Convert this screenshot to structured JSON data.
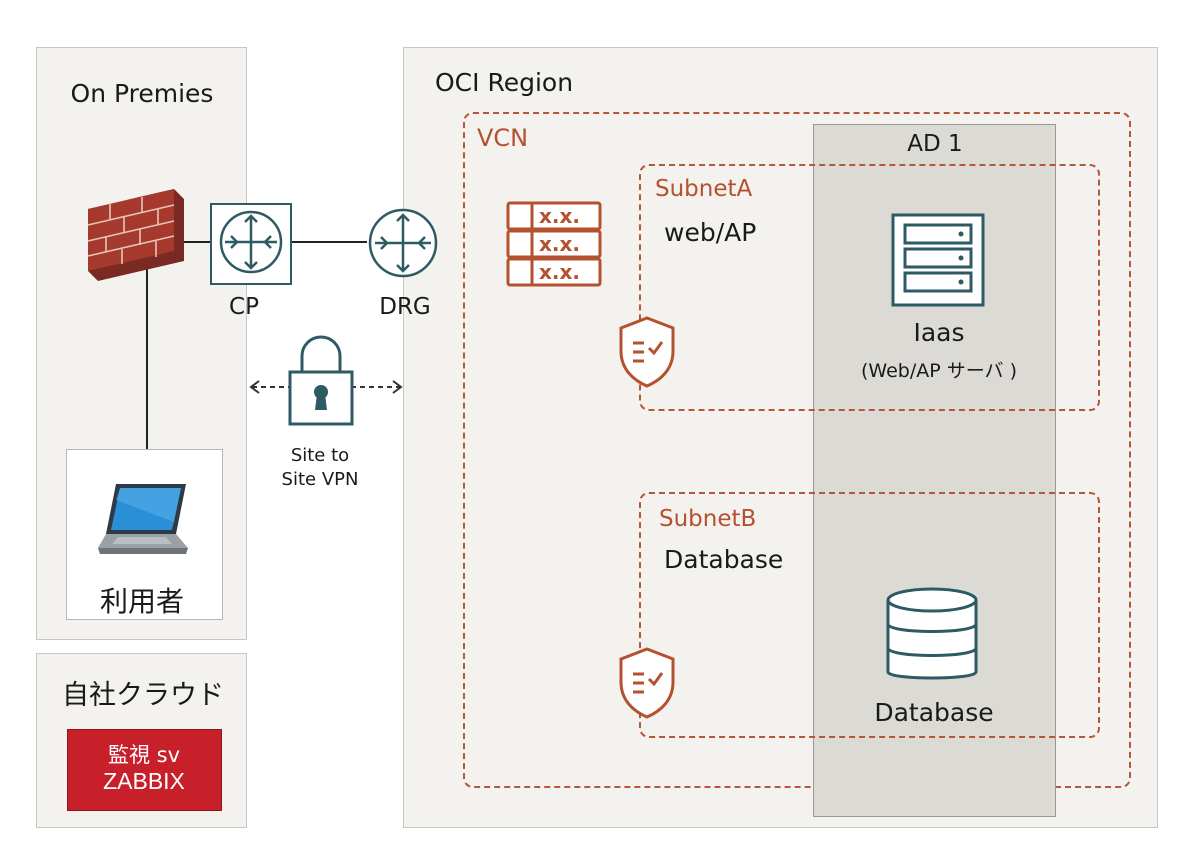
{
  "onprem": {
    "title": "On Premies",
    "cp_label": "CP",
    "user_label": "利用者"
  },
  "vpn": {
    "line1": "Site to",
    "line2": "Site VPN"
  },
  "drg_label": "DRG",
  "own_cloud": {
    "title": "自社クラウド",
    "zabbix_line1": "監視 sv",
    "zabbix_line2": "ZABBIX"
  },
  "oci": {
    "title": "OCI Region",
    "vcn_label": "VCN",
    "ad_label": "AD 1",
    "subnet_a": {
      "name": "SubnetA",
      "desc": "web/AP",
      "server_title": "Iaas",
      "server_sub": "(Web/AP サーバ )"
    },
    "subnet_b": {
      "name": "SubnetB",
      "desc": "Database",
      "db_label": "Database"
    }
  },
  "colors": {
    "accent_orange": "#b4512f",
    "icon_teal": "#2e5a64",
    "zabbix_red": "#c8202a"
  }
}
